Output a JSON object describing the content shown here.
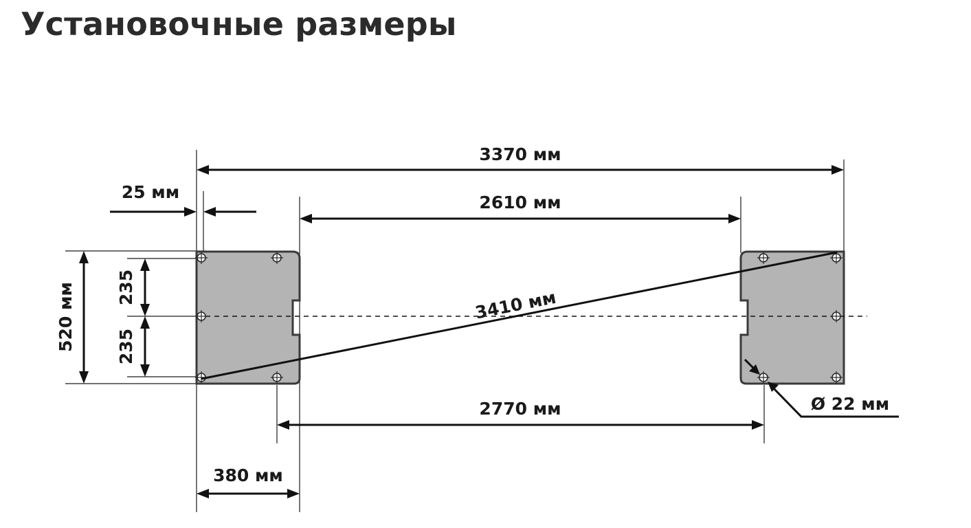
{
  "title": "Установочные размеры",
  "dimensions": {
    "overall_length": "3370 мм",
    "inner_span": "2610 мм",
    "diagonal": "3410 мм",
    "hole_span": "2770 мм",
    "plate_width": "380 мм",
    "edge_offset": "25 мм",
    "plate_height": "520 мм",
    "half_height_top": "235",
    "half_height_bottom": "235",
    "hole_diameter": "Ø 22 мм"
  },
  "colors": {
    "plate_fill": "#b4b4b4",
    "line": "#111111",
    "title": "#2b2b2b"
  },
  "icons": {
    "hole_marker": "crosshair-circle-icon"
  }
}
